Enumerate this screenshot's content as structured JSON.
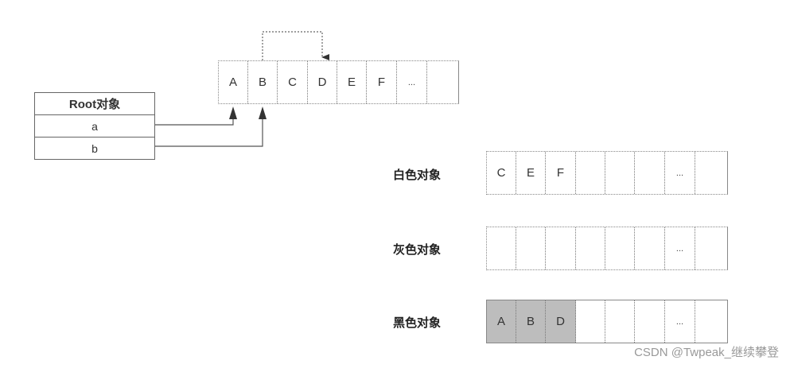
{
  "heap": {
    "cells": [
      "A",
      "B",
      "C",
      "D",
      "E",
      "F",
      "..."
    ]
  },
  "root": {
    "title": "Root对象",
    "fields": [
      "a",
      "b"
    ]
  },
  "sets": {
    "white": {
      "label": "白色对象",
      "cells": [
        "C",
        "E",
        "F",
        "",
        "",
        "",
        "..."
      ]
    },
    "gray": {
      "label": "灰色对象",
      "cells": [
        "",
        "",
        "",
        "",
        "",
        "",
        "..."
      ]
    },
    "black": {
      "label": "黑色对象",
      "cells": [
        "A",
        "B",
        "D",
        "",
        "",
        "",
        "..."
      ]
    }
  },
  "watermark": "CSDN @Twpeak_继续攀登",
  "colors": {
    "black_fill": "#bdbdbd",
    "stroke": "#555555"
  }
}
